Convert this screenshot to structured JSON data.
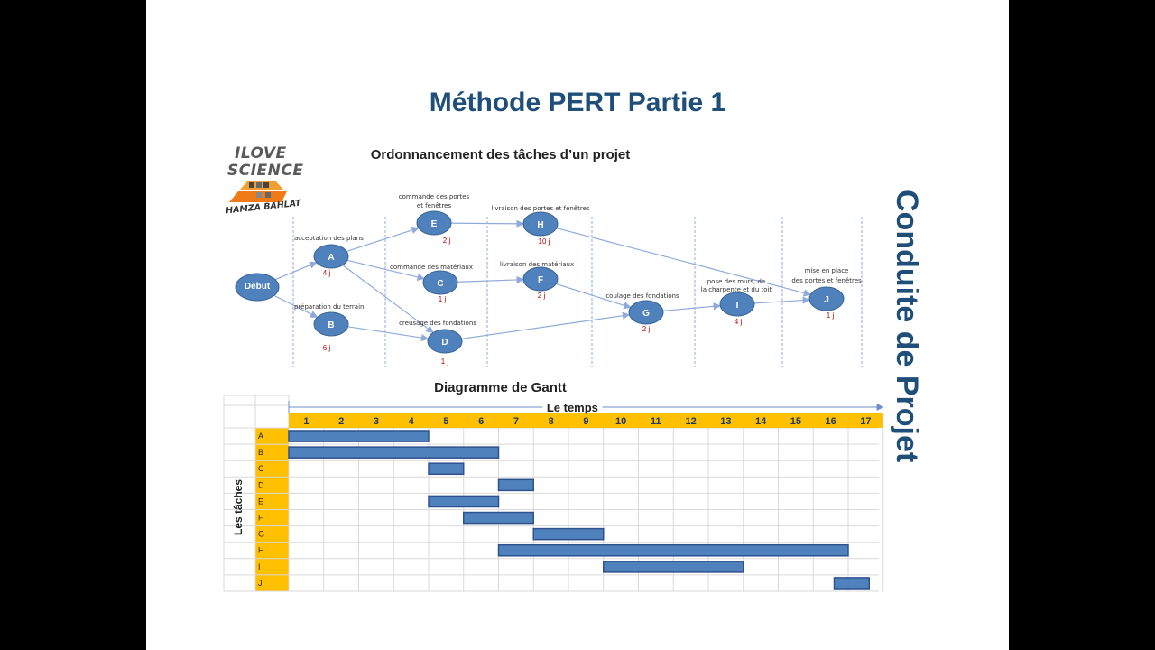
{
  "title": "Méthode PERT Partie 1",
  "side_title": "Conduite de Projet",
  "logo": {
    "line1": "ILOVE",
    "line2": "SCIENCE",
    "line3": "HAMZA BAHLAT"
  },
  "pert": {
    "title": "Ordonnancement des tâches d’un projet",
    "nodes": [
      {
        "id": "Début",
        "label": "",
        "duration": ""
      },
      {
        "id": "A",
        "label": "acceptation des plans",
        "duration": "4 j"
      },
      {
        "id": "B",
        "label": "préparation du terrain",
        "duration": "6 j"
      },
      {
        "id": "E",
        "label": "commande des portes et fenêtres",
        "duration": "2 j"
      },
      {
        "id": "C",
        "label": "commande des matériaux",
        "duration": "1 j"
      },
      {
        "id": "D",
        "label": "creusage des fondations",
        "duration": "1 j"
      },
      {
        "id": "H",
        "label": "livraison des portes et fenêtres",
        "duration": "10 j"
      },
      {
        "id": "F",
        "label": "livraison des matériaux",
        "duration": "2 j"
      },
      {
        "id": "G",
        "label": "coulage des fondations",
        "duration": "2 j"
      },
      {
        "id": "I",
        "label": "pose des murs, de la charpente et du toit",
        "duration": "4 j"
      },
      {
        "id": "J",
        "label": "mise en place des portes et fenêtres",
        "duration": "1 j"
      }
    ],
    "edges": [
      [
        "Début",
        "A"
      ],
      [
        "Début",
        "B"
      ],
      [
        "A",
        "E"
      ],
      [
        "A",
        "C"
      ],
      [
        "A",
        "D"
      ],
      [
        "B",
        "D"
      ],
      [
        "E",
        "H"
      ],
      [
        "C",
        "F"
      ],
      [
        "F",
        "G"
      ],
      [
        "D",
        "G"
      ],
      [
        "G",
        "I"
      ],
      [
        "I",
        "J"
      ],
      [
        "H",
        "J"
      ]
    ]
  },
  "gantt": {
    "title": "Diagramme de Gantt",
    "time_label": "Le temps",
    "y_label": "Les tâches",
    "days": [
      "1",
      "2",
      "3",
      "4",
      "5",
      "6",
      "7",
      "8",
      "9",
      "10",
      "11",
      "12",
      "13",
      "14",
      "15",
      "16",
      "17"
    ],
    "tasks": [
      {
        "name": "A",
        "start": 1,
        "end": 5
      },
      {
        "name": "B",
        "start": 1,
        "end": 7
      },
      {
        "name": "C",
        "start": 5,
        "end": 6
      },
      {
        "name": "D",
        "start": 7,
        "end": 8
      },
      {
        "name": "E",
        "start": 5,
        "end": 7
      },
      {
        "name": "F",
        "start": 6,
        "end": 8
      },
      {
        "name": "G",
        "start": 8,
        "end": 10
      },
      {
        "name": "H",
        "start": 7,
        "end": 17
      },
      {
        "name": "I",
        "start": 10,
        "end": 14
      },
      {
        "name": "J",
        "start": 16.6,
        "end": 17.6
      }
    ]
  },
  "colors": {
    "title": "#1f4e79",
    "node": "#4f81bd",
    "bar": "#4f81bd",
    "header": "#ffc000",
    "duration": "#c00000"
  }
}
